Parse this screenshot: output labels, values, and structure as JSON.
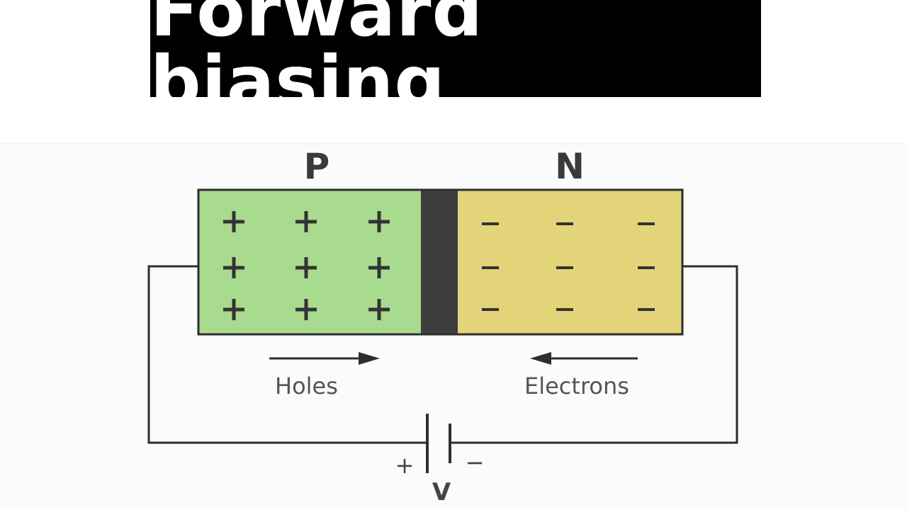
{
  "title": "Forward biasing",
  "diagram": {
    "p_label": "P",
    "n_label": "N",
    "holes_label": "Holes",
    "electrons_label": "Electrons",
    "battery_positive": "+",
    "battery_negative": "−",
    "battery_voltage": "V",
    "p_charge_symbol": "+",
    "n_charge_symbol": "−",
    "p_charge_grid": {
      "rows": 3,
      "cols": 3
    },
    "n_charge_grid": {
      "rows": 3,
      "cols": 3
    },
    "colors": {
      "p_region": "#a9db8f",
      "n_region": "#e3d479",
      "depletion_layer": "#3d3d3d",
      "wire": "#2e2e2e",
      "title_background": "#000000",
      "title_text": "#ffffff"
    }
  }
}
